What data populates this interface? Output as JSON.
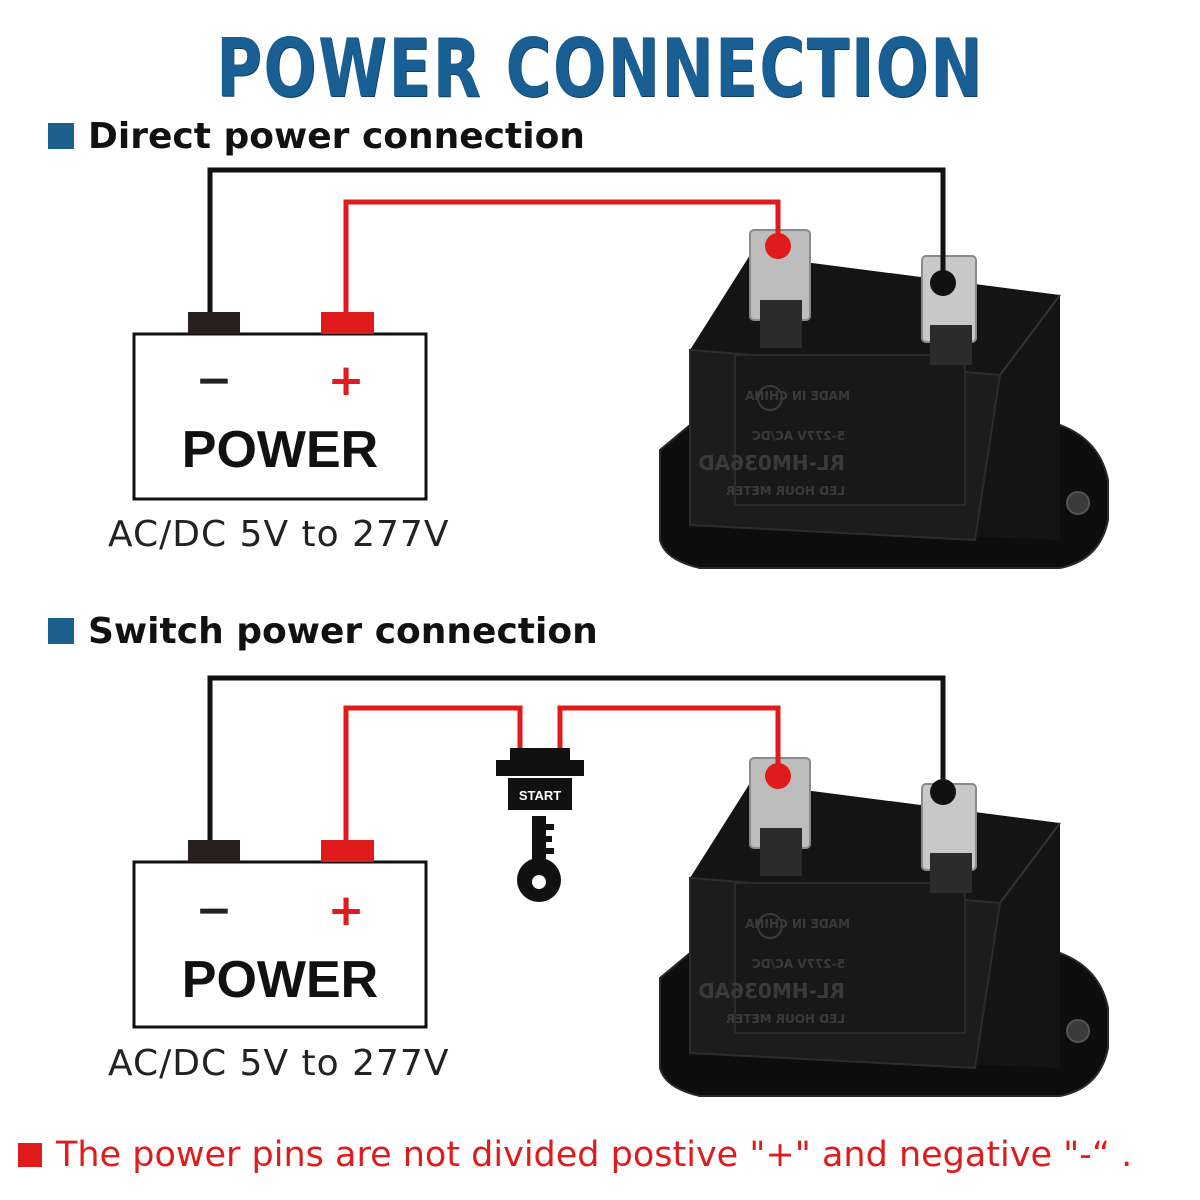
{
  "title": "POWER CONNECTION",
  "sections": [
    {
      "heading": "Direct power connection",
      "power_label": "POWER",
      "minus_sign": "−",
      "plus_sign": "+",
      "spec": "AC/DC 5V to 277V"
    },
    {
      "heading": "Switch power connection",
      "power_label": "POWER",
      "minus_sign": "−",
      "plus_sign": "+",
      "spec": "AC/DC 5V to 277V",
      "switch_label": "START"
    }
  ],
  "footnote": "The power pins are not divided postive \"+\" and negative \"-“ .",
  "colors": {
    "title": "#1a5f93",
    "positive_wire": "#e01b1b",
    "negative_wire": "#111111",
    "footnote": "#e01b1b",
    "meter_body": "#141414"
  }
}
